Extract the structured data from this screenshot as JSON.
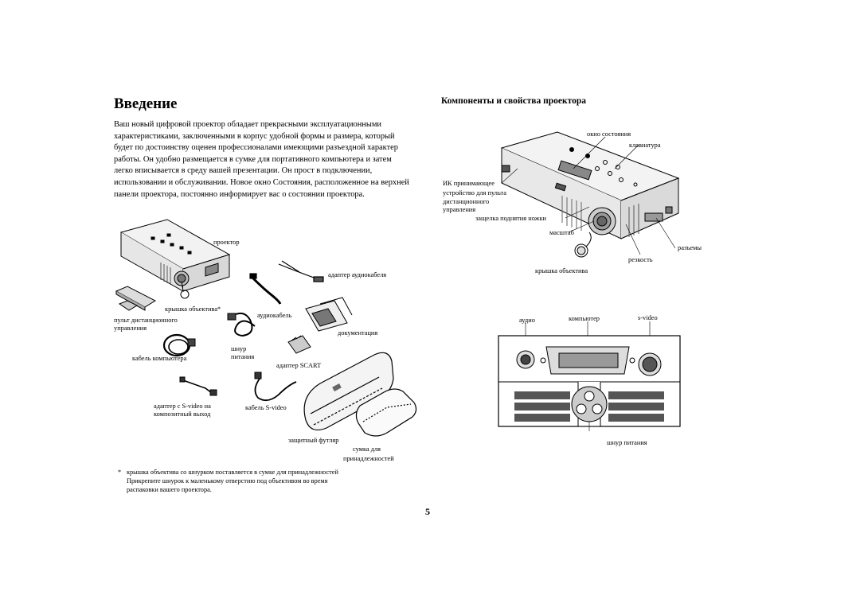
{
  "intro": {
    "title": "Введение",
    "paragraph": "Ваш новый цифровой проектор обладает прекрасными эксплуатационными характеристиками, заключенными в корпус удобной формы и размера, который будет по достоинству оценен профессионалами имеющими разъездной характер работы. Он удобно размещается в сумке для портативного компьютера и затем легко вписывается в среду вашей презентации. Он прост в подключении, использовании и обслуживании. Новое окно Состояния, расположенное на верхней панели проектора, постоянно информирует вас о состоянии проектора."
  },
  "contents_labels": {
    "projector": "проектор",
    "audio_adapter": "адаптер аудиокабеля",
    "lens_cap": "крышка объектива*",
    "remote_line1": "пульт дистанционного",
    "remote_line2": "управления",
    "audio_cable": "аудиокабель",
    "documentation": "документация",
    "power_cord_line1": "шнур",
    "power_cord_line2": "питания",
    "computer_cable": "кабель компьютера",
    "scart_adapter": "адаптер SCART",
    "svideo_adapter_line1": "адаптер с S-video на",
    "svideo_adapter_line2": "композитный выход",
    "svideo_cable": "кабель S-video",
    "hard_case": "защитный футляр",
    "accessory_bag_line1": "сумка для",
    "accessory_bag_line2": "принадлежностей"
  },
  "footnote": {
    "star": "*",
    "line1": "крышка объектива со шнурком поставляется в сумке для принадлежностей",
    "line2": "Прикрепите шнурок к маленькому отверстию под объективом во время",
    "line3": "распаковки вашего проектора."
  },
  "components": {
    "title": "Компоненты и свойства проектора",
    "status_window": "окно состояния",
    "keypad": "клавиатура",
    "ir_line1": "ИК принимающее",
    "ir_line2": "устройство для пульта",
    "ir_line3": "дистанционного",
    "ir_line4": "управления",
    "foot_latch": "защелка поднятия ножки",
    "zoom": "масштаб",
    "connectors": "разъемы",
    "focus": "резкость",
    "lens_cap": "крышка объектива"
  },
  "connector_panel": {
    "audio": "аудио",
    "computer": "компьютер",
    "svideo": "s-video",
    "power_cord": "шнур питания"
  },
  "page_number": "5"
}
